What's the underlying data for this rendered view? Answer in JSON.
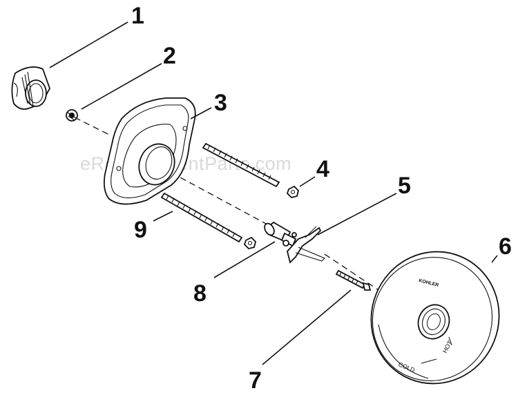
{
  "watermark": "eReplacementParts.com",
  "callouts": [
    "1",
    "2",
    "3",
    "4",
    "5",
    "6",
    "7",
    "8",
    "9"
  ],
  "trim_plate": {
    "brand": "KOHLER",
    "cold_label": "COLD",
    "hot_label": "HOT"
  }
}
